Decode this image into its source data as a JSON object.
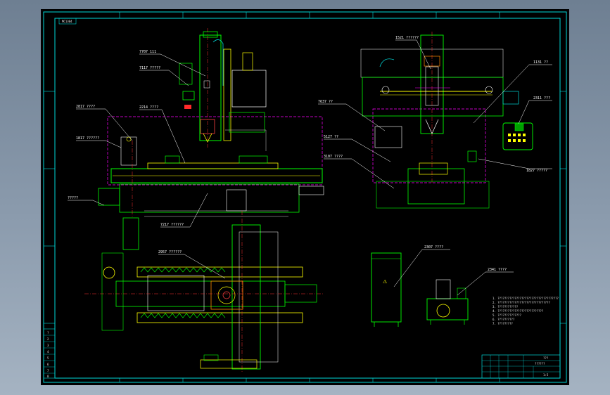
{
  "viewport": {
    "background_colors": [
      "#6e7f92",
      "#a5b3c2"
    ],
    "paper_color": "#000000",
    "frame_color": "#00d7d7"
  },
  "drawing": {
    "corner_tag": "MC1304",
    "callouts": {
      "c1": "7707 111",
      "c2": "7117 ?????",
      "c3": "2817 ????",
      "c4": "2214 ????",
      "c5": "1817 ??????",
      "c6": "?????",
      "c7": "7217 ??????",
      "c8": "2957 ??????",
      "c9": "1521 ??????",
      "c10": "7637 ??",
      "c11": "5127 ??",
      "c12": "3107 ????",
      "c13": "1131 ??",
      "c14": "2311 ???",
      "c15": "1827 ?????",
      "c16": "2307 ????",
      "c17": "2341 ????"
    },
    "notes": [
      "1. ????????????????????????????????????",
      "2. ???????????????????????????????",
      "3. ????????????",
      "4. ???????????????????????????",
      "5. ??????????????",
      "6. ??????????",
      "7. ?????????"
    ],
    "title_block": {
      "name": "???",
      "code": "??????",
      "scale": "1:5"
    },
    "parts_list_rows": [
      "?",
      "2",
      "3",
      "4",
      "5",
      "6",
      "7",
      "8"
    ],
    "cabinet_symbol": "⚠"
  }
}
